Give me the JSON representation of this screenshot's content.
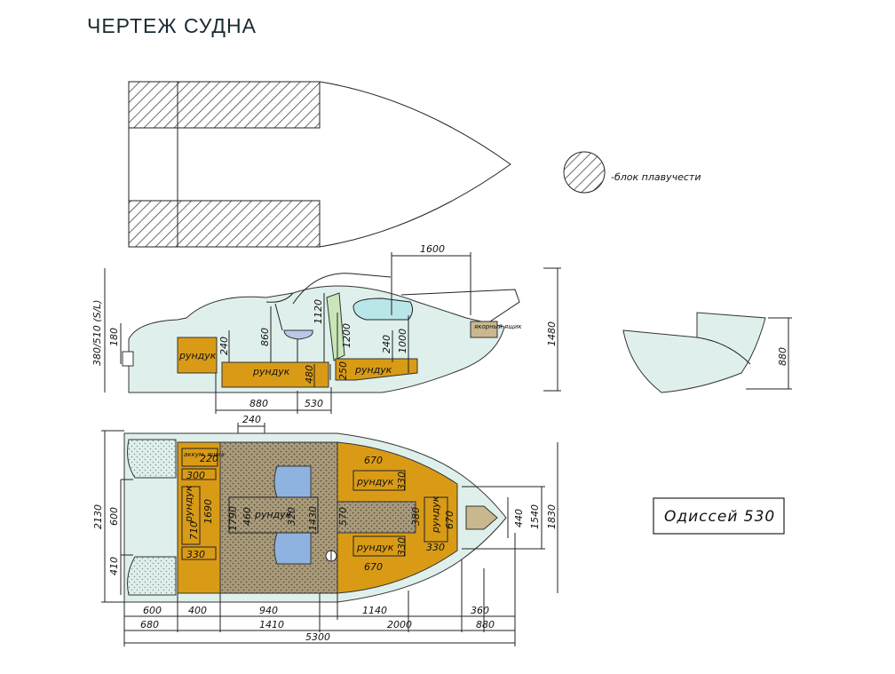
{
  "title": "ЧЕРТЕЖ СУДНА",
  "legend": {
    "label": "-блок плавучести"
  },
  "model": {
    "name": "Одиссей  530"
  },
  "labels": {
    "storage": "рундук",
    "anchor_box": "якорный ящик",
    "battery_box": "аккум. ящик"
  },
  "side_view": {
    "top_1600": "1600",
    "h_380_510": "380/510 (S/L)",
    "h_180": "180",
    "h_240": "240",
    "h_860": "860",
    "h_1120": "1120",
    "h_1200": "1200",
    "h_240b": "240",
    "h_1000": "1000",
    "h_480": "480",
    "h_250": "250",
    "h_1480": "1480",
    "w_880": "880",
    "w_530": "530",
    "w_240": "240"
  },
  "transom": {
    "h_880": "880"
  },
  "plan_view": {
    "d_220": "220",
    "d_300": "300",
    "d_710": "710",
    "d_1690": "1690",
    "d_330a": "330",
    "d_1790": "1790",
    "d_460": "460",
    "d_320": "320",
    "d_1430": "1430",
    "d_570": "570",
    "d_670a": "670",
    "d_330b": "330",
    "d_380": "380",
    "d_670b": "670",
    "d_330c": "330",
    "d_330d": "330",
    "d_670c": "670",
    "d_440": "440",
    "d_1540": "1540",
    "d_1830": "1830",
    "d_2130": "2130",
    "d_600v": "600",
    "d_410": "410",
    "b_600": "600",
    "b_400": "400",
    "b_940": "940",
    "b_1140": "1140",
    "b_680": "680",
    "b_1410": "1410",
    "b_2000": "2000",
    "b_360": "360",
    "b_880": "880",
    "b_5300": "5300"
  }
}
